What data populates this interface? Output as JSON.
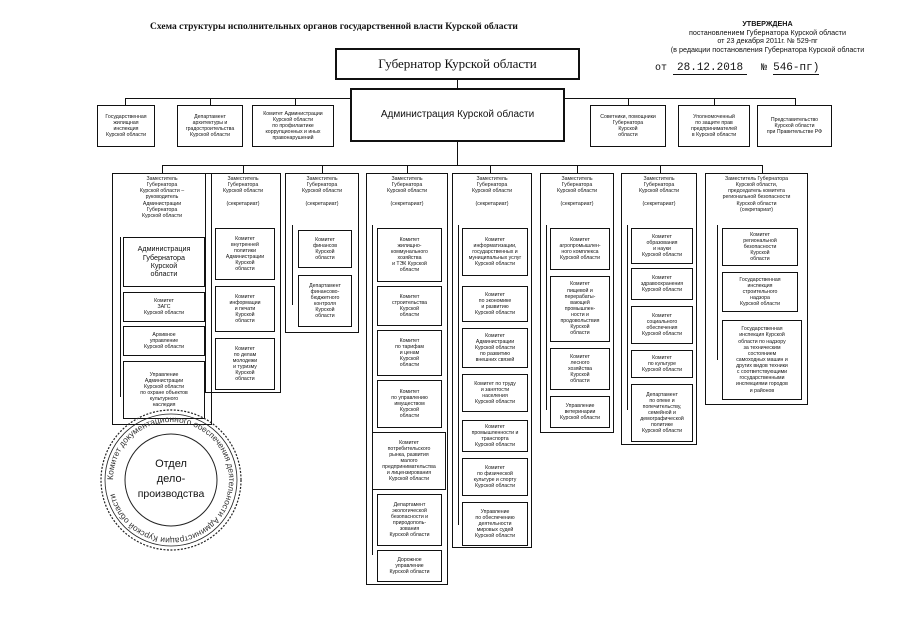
{
  "header": {
    "title": "Схема структуры исполнительных органов государственной власти Курской области",
    "approved": "УТВЕРЖДЕНА",
    "approved_line1": "постановлением Губернатора Курской области",
    "approved_line2": "от 23 декабря 2011г. № 529-пг",
    "approved_line3": "(в редакции постановления Губернатора Курской области",
    "date_prefix": "от",
    "date_value": "28.12.2018",
    "number_prefix": "№",
    "number_value": "546-пг)"
  },
  "top": {
    "governor": "Губернатор Курской области",
    "administration": "Администрация Курской области",
    "left_boxes": [
      "Государственная\nжилищная\nинспекция\nКурской области",
      "Департамент\nархитектуры и\nградостроительства\nКурской области",
      "Комитет Администрации\nКурской области\nпо профилактике\nкоррупционных и иных\nправонарушений"
    ],
    "right_boxes": [
      "Советники, помощники\nГубернатора\nКурской\nобласти",
      "Уполномоченный\nпо защите прав\nпредпринимателей\nв Курской области",
      "Представительство\nКурской области\nпри Правительстве РФ"
    ]
  },
  "columns": [
    {
      "head": "Заместитель\nГубернатора\nКурской области –\nруководитель\nАдминистрации\nГубернатора\nКурской области",
      "items": [
        "Администрация\nГубернатора\nКурской\nобласти",
        "Комитет\nЗАГС\nКурской области",
        "Архивное\nуправление\nКурской области",
        "Управление\nАдминистрации\nКурской области\nпо охране объектов\nкультурного\nнаследия"
      ]
    },
    {
      "head": "Заместитель\nГубернатора\nКурской области\n\n(секретариат)",
      "items": [
        "Комитет\nвнутренней\nполитики\nАдминистрации\nКурской\nобласти",
        "Комитет\nинформации\nи печати\nКурской\nобласти",
        "Комитет\nпо делам\nмолодежи\nи туризму\nКурской\nобласти"
      ]
    },
    {
      "head": "Заместитель\nГубернатора\nКурской области\n\n(секретариат)",
      "items": [
        "Комитет\nфинансов\nКурской\nобласти",
        "Департамент\nфинансово-\nбюджетного\nконтроля\nКурской\nобласти"
      ]
    },
    {
      "head": "Заместитель\nГубернатора\nКурской области\n\n(секретариат)",
      "items": [
        "Комитет\nжилищно-\nкоммунального\nхозяйства\nи ТЭК Курской\nобласти",
        "Комитет\nстроительства\nКурской\nобласти",
        "Комитет\nпо тарифам\nи ценам\nКурской\nобласти",
        "Комитет\nпо управлению\nимуществом\nКурской\nобласти",
        "Комитет\nпотребительского\nрынка, развития\nмалого\nпредпринимательства\nи лицензирования\nКурской области",
        "Департамент\nэкологической\nбезопасности и\nприродополь-\nзования\nКурской области",
        "Дорожное\nуправление\nКурской области"
      ]
    },
    {
      "head": "Заместитель\nГубернатора\nКурской области\n\n(секретариат)",
      "items": [
        "Комитет\nинформатизации,\nгосударственных и\nмуниципальных услуг\nКурской области",
        "Комитет\nпо экономике\nи развитию\nКурской области",
        "Комитет\nАдминистрации\nКурской области\nпо развитию\nвнешних связей",
        "Комитет по труду\nи занятости\nнаселения\nКурской области",
        "Комитет\nпромышленности и транспорта\nКурской области",
        "Комитет\nпо физической\nкультуре и спорту\nКурской области",
        "Управление\nпо обеспечению\nдеятельности\nмировых судей\nКурской области"
      ]
    },
    {
      "head": "Заместитель\nГубернатора\nКурской области\n\n(секретариат)",
      "items": [
        "Комитет\nагропромышлен-\nного комплекса\nКурской области",
        "Комитет\nпищевой и\nперерабаты-\nвающей\nпромышлен-\nности и\nпродовольствия\nКурской\nобласти",
        "Комитет\nлесного\nхозяйства\nКурской\nобласти",
        "Управление\nветеринарии\nКурской области"
      ]
    },
    {
      "head": "Заместитель\nГубернатора\nКурской области\n\n(секретариат)",
      "items": [
        "Комитет\nобразования\nи науки\nКурской области",
        "Комитет\nздравоохранения\nКурской области",
        "Комитет\nсоциального\nобеспечения\nКурской области",
        "Комитет\nпо культуре\nКурской области",
        "Департамент\nпо опеке и\nпопечительству,\nсемейной и\nдемографической\nполитике\nКурской области"
      ]
    },
    {
      "head": "Заместитель Губернатора\nКурской области,\nпредседатель комитета\nрегиональной безопасности\nКурской области\n(секретариат)",
      "items": [
        "Комитет\nрегиональной\nбезопасности\nКурской\nобласти",
        "Государственная\nинспекция\nстроительного\nнадзора\nКурской области",
        "Государственная\nинспекция Курской\nобласти по надзору\nза техническим\nсостоянием\nсамоходных машин и\nдругих видов техники\nс соответствующими\nгосударственными\nинспекциями городов\nи районов"
      ]
    }
  ],
  "stamp": {
    "center_line1": "Отдел",
    "center_line2": "дело-",
    "center_line3": "производства",
    "ring_text": "Комитет документационного обеспечения деятельности Администрации Курской области"
  }
}
